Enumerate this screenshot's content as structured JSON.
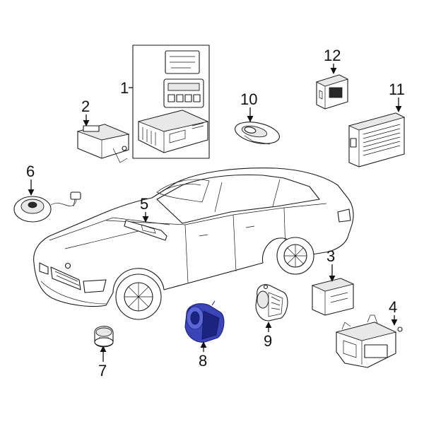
{
  "diagram": {
    "highlight_color": "#3a45b8",
    "callouts": [
      {
        "id": "1",
        "label": "1"
      },
      {
        "id": "2",
        "label": "2"
      },
      {
        "id": "3",
        "label": "3"
      },
      {
        "id": "4",
        "label": "4"
      },
      {
        "id": "5",
        "label": "5"
      },
      {
        "id": "6",
        "label": "6"
      },
      {
        "id": "7",
        "label": "7"
      },
      {
        "id": "8",
        "label": "8"
      },
      {
        "id": "9",
        "label": "9"
      },
      {
        "id": "10",
        "label": "10"
      },
      {
        "id": "11",
        "label": "11"
      },
      {
        "id": "12",
        "label": "12"
      }
    ],
    "highlighted_part": "8"
  }
}
